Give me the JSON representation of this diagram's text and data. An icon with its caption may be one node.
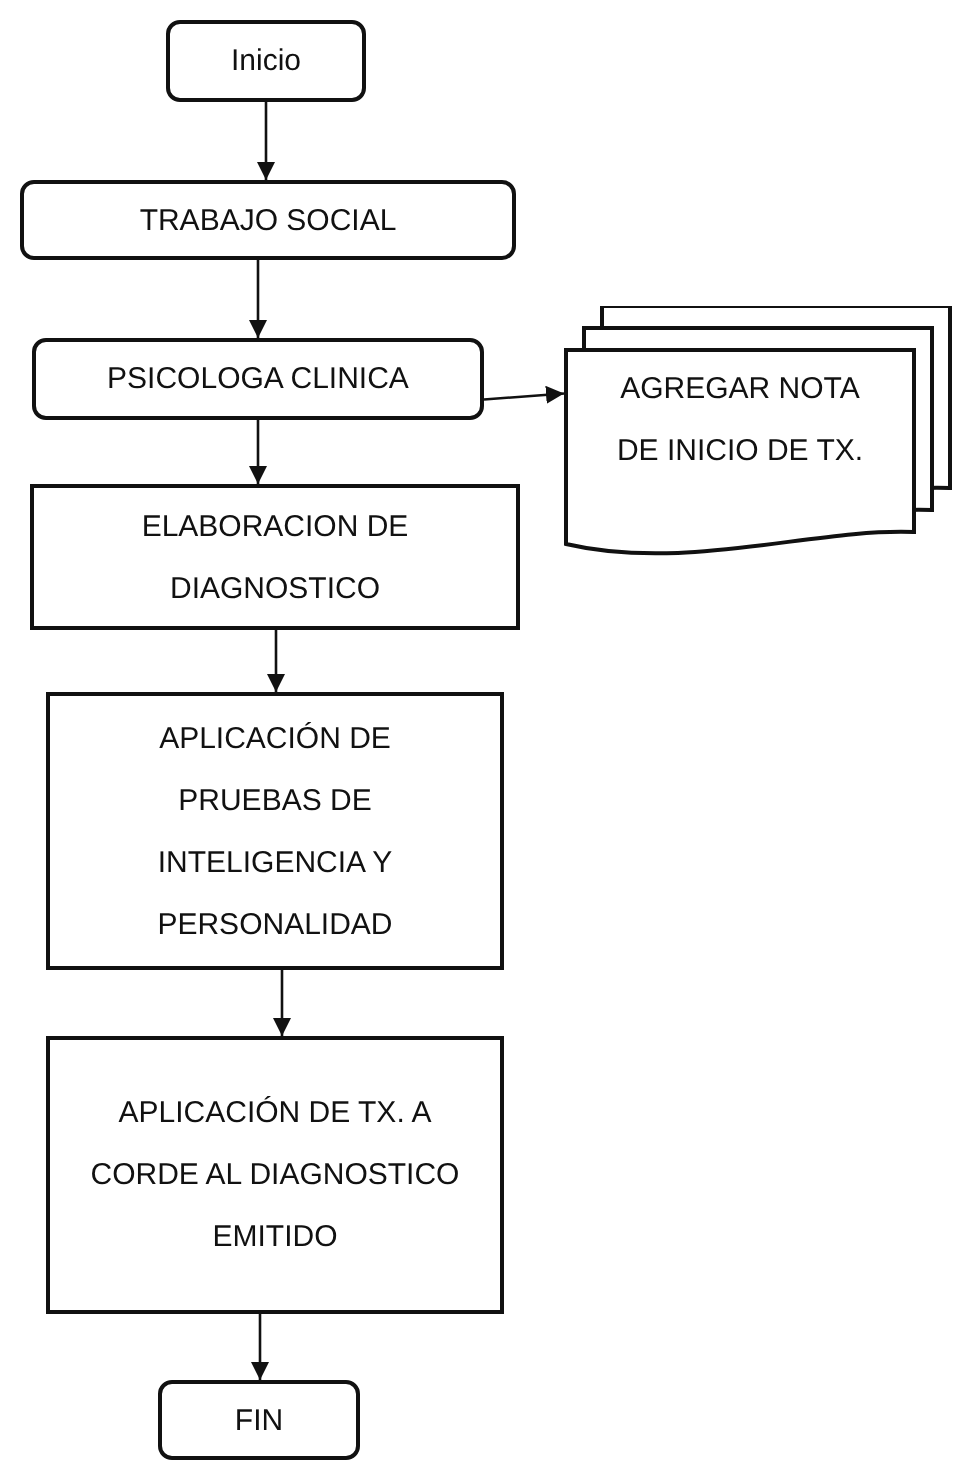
{
  "diagram": {
    "nodes": [
      {
        "text": [
          "Inicio"
        ]
      },
      {
        "text": [
          "TRABAJO SOCIAL"
        ]
      },
      {
        "text": [
          "PSICOLOGA CLINICA"
        ]
      },
      {
        "text": [
          "AGREGAR NOTA DE INICIO DE TX."
        ]
      },
      {
        "text": [
          "ELABORACION DE DIAGNOSTICO"
        ]
      },
      {
        "text": [
          "APLICACIÓN DE PRUEBAS DE INTELIGENCIA Y PERSONALIDAD"
        ]
      },
      {
        "text": [
          "APLICACIÓN DE TX. A CORDE AL DIAGNOSTICO EMITIDO"
        ]
      },
      {
        "text": [
          "FIN"
        ]
      }
    ],
    "edges": [
      {
        "from": 0,
        "to": 1,
        "arrow": "to"
      },
      {
        "from": 1,
        "to": 2,
        "arrow": "to"
      },
      {
        "from": 2,
        "to": 3,
        "arrow": "to"
      },
      {
        "from": 2,
        "to": 4,
        "arrow": "to"
      },
      {
        "from": 4,
        "to": 5,
        "arrow": "to"
      },
      {
        "from": 5,
        "to": 6,
        "arrow": "to"
      },
      {
        "from": 6,
        "to": 7,
        "arrow": "to"
      }
    ]
  }
}
